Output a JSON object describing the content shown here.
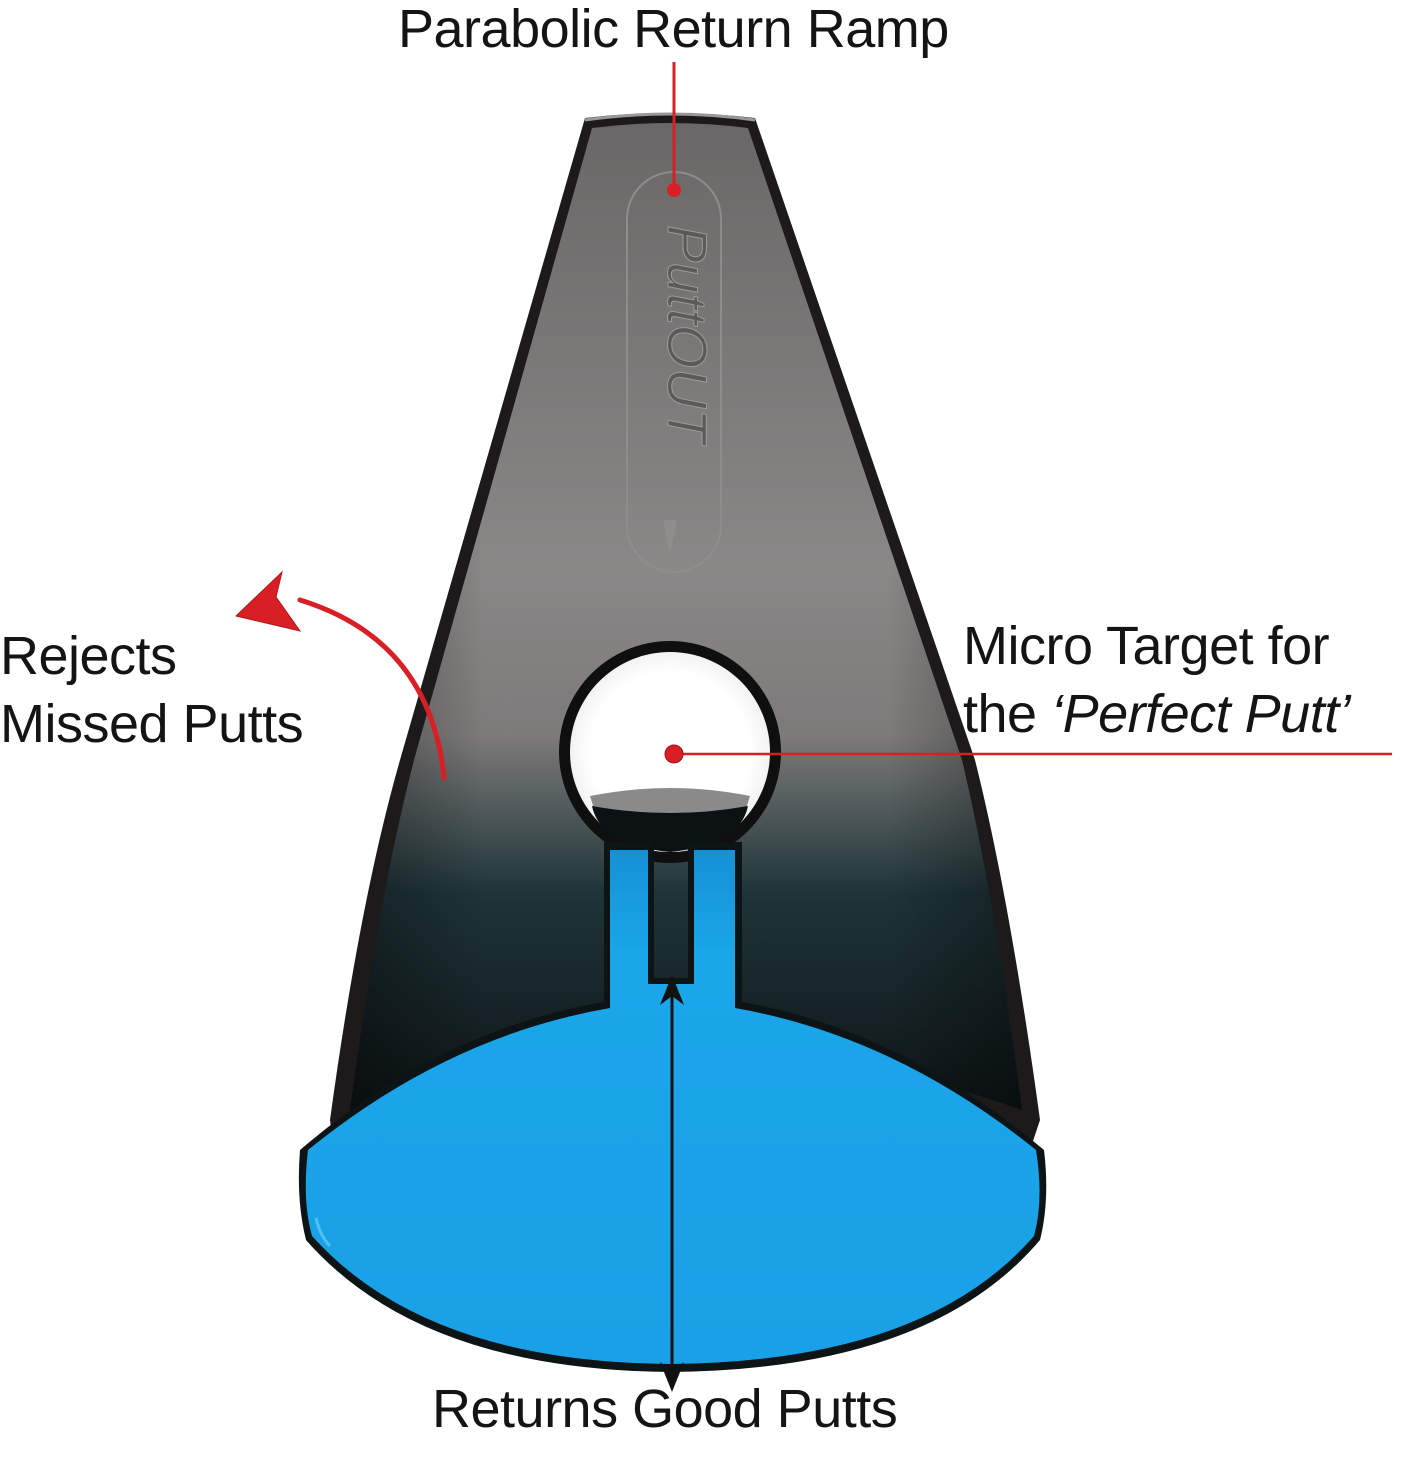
{
  "annotations": {
    "top": {
      "text": "Parabolic Return Ramp"
    },
    "left": {
      "line1": "Rejects",
      "line2": "Missed Putts"
    },
    "right": {
      "line1": "Micro Target for",
      "line2_prefix": "the ",
      "line2_emphasis": "‘Perfect Putt’"
    },
    "bottom": {
      "text": "Returns Good Putts"
    }
  },
  "product": {
    "logo_text": "PuttOUT",
    "colors": {
      "ramp_body": "#6f6d6c",
      "ramp_rim": "#1c1a1a",
      "base_blue": "#1aa3e8",
      "accent_red": "#d81f26",
      "arrow_black": "#111111",
      "background": "#ffffff"
    }
  },
  "icons": {
    "top_pointer": "red-pointer-dot",
    "left_arrow": "red-curved-arrow",
    "right_pointer": "red-pointer-dot",
    "bottom_arrow": "black-double-arrow"
  }
}
